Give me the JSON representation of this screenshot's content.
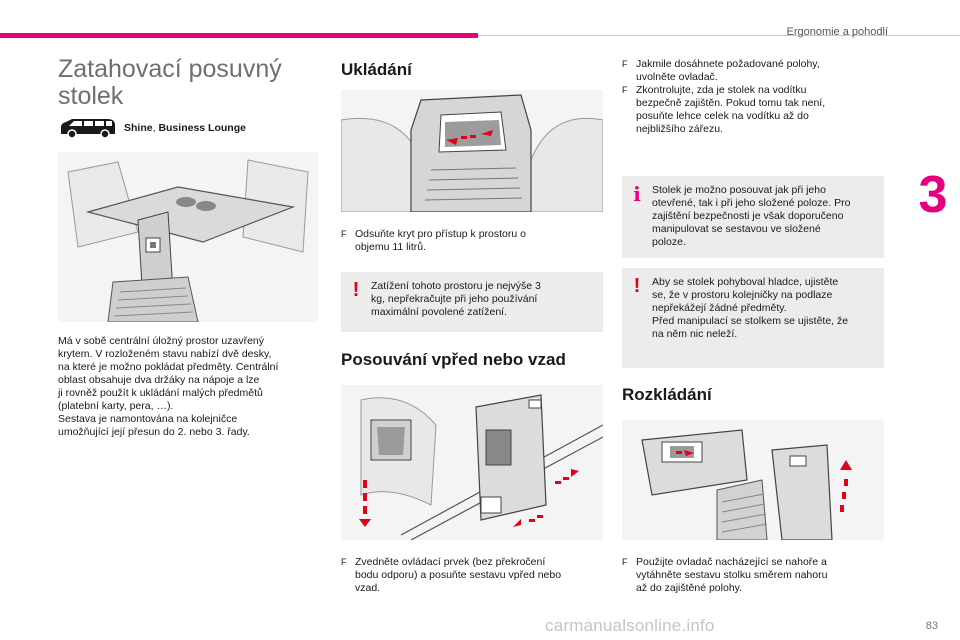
{
  "header": {
    "title": "Ergonomie a pohodlí",
    "chapter": "3"
  },
  "page_number": "83",
  "watermark": "carmanualsonline.info",
  "col1": {
    "title_line1": "Zatahovací posuvný",
    "title_line2": "stolek",
    "versions": {
      "a": "Shine",
      "sep": ", ",
      "b": "Business Lounge"
    },
    "body": [
      "Má v sobě centrální úložný prostor uzavřený",
      "krytem. V rozloženém stavu nabízí dvě desky,",
      "na které je možno pokládat předměty. Centrální",
      "oblast obsahuje dva držáky na nápoje a lze",
      "ji rovněž použít k ukládání malých předmětů",
      "(platební karty, pera, …).",
      "Sestava je namontována na kolejničce",
      "umožňující její přesun do 2. nebo 3. řady."
    ]
  },
  "col2": {
    "h_storage": "Ukládání",
    "storage_bullet": [
      "Odsuňte kryt pro přístup k prostoru o",
      "objemu 11 litrů."
    ],
    "storage_warning": [
      "Zatížení tohoto prostoru je nejvýše 3",
      "kg, nepřekračujte při jeho používání",
      "maximální povolené zatížení."
    ],
    "h_slide": "Posouvání vpřed nebo vzad",
    "slide_bullet": [
      "Zvedněte ovládací prvek (bez překročení",
      "bodu odporu) a posuňte sestavu vpřed nebo",
      "vzad."
    ]
  },
  "col3": {
    "bullet1": [
      "Jakmile dosáhnete požadované polohy,",
      "uvolněte ovladač."
    ],
    "bullet2": [
      "Zkontrolujte, zda je stolek na vodítku",
      "bezpečně zajištěn. Pokud tomu tak není,",
      "posuňte lehce celek na vodítku až do",
      "nejbližšího zářezu."
    ],
    "info": [
      "Stolek je možno posouvat jak při jeho",
      "otevřené, tak i při jeho složené poloze. Pro",
      "zajištění bezpečnosti je však doporučeno",
      "manipulovat se sestavou ve složené",
      "poloze."
    ],
    "warning": [
      "Aby se stolek pohyboval hladce, ujistěte",
      "se, že v prostoru kolejničky na podlaze",
      "nepřekážejí žádné předměty.",
      "Před manipulací se stolkem se ujistěte, že",
      "na něm nic neleží."
    ],
    "h_unfold": "Rozkládání",
    "unfold_bullet": [
      "Použijte ovladač nacházející se nahoře a",
      "vytáhněte sestavu stolku směrem nahoru",
      "až do zajištěné polohy."
    ]
  },
  "bullet_glyph": "F",
  "warn_glyph": "!",
  "info_glyph": "i",
  "colors": {
    "accent": "#e6007e",
    "warning": "#e2001a",
    "box_bg": "#ececec",
    "title_grey": "#6f6f6f"
  }
}
